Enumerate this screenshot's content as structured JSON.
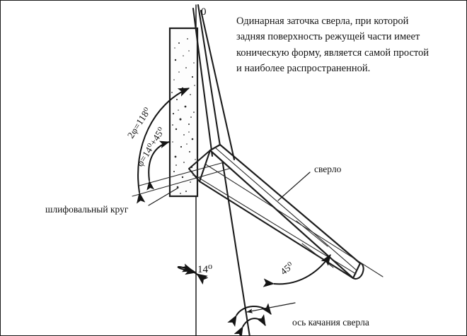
{
  "figure": {
    "title_text": {
      "lines": [
        "Одинарная заточка сверла, при которой",
        "задняя поверхность режущей части имеет",
        "коническую форму, является самой простой",
        "и наиболее распространенной."
      ]
    },
    "origin_marker": "0",
    "part_labels": {
      "grinding_wheel": "шлифовальный круг",
      "drill": "сверло",
      "swing_axis": "ось качания сверла"
    },
    "angles": {
      "point_angle": "2φ=118⁰",
      "half_point_angle": "φ=14⁰+45⁰",
      "tilt_angle": "14⁰",
      "swing_angle": "45⁰"
    },
    "colors": {
      "ink": "#1c1c1c",
      "background": "#ffffff",
      "border": "#1a1a1a",
      "grit": "#2b2b2b"
    }
  }
}
